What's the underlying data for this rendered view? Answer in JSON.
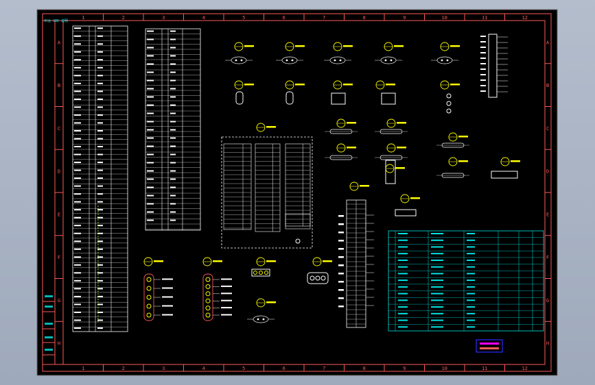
{
  "app": {
    "background": "#a8b3c4",
    "canvas_background": "#000000"
  },
  "colors": {
    "frame": "#ff5a5a",
    "line": "#ffffff",
    "cyan": "#00e5e5",
    "yellow": "#ffff00",
    "magenta": "#ff00ff",
    "blue": "#2a2aff"
  },
  "frame": {
    "columns": [
      "1",
      "2",
      "3",
      "4",
      "5",
      "6",
      "7",
      "8",
      "9",
      "10",
      "11",
      "12"
    ],
    "rows": [
      "A",
      "B",
      "C",
      "D",
      "E",
      "F",
      "G",
      "H"
    ]
  },
  "title_block": {
    "header": "中冶 VBD 说明"
  },
  "table_rows": 15
}
